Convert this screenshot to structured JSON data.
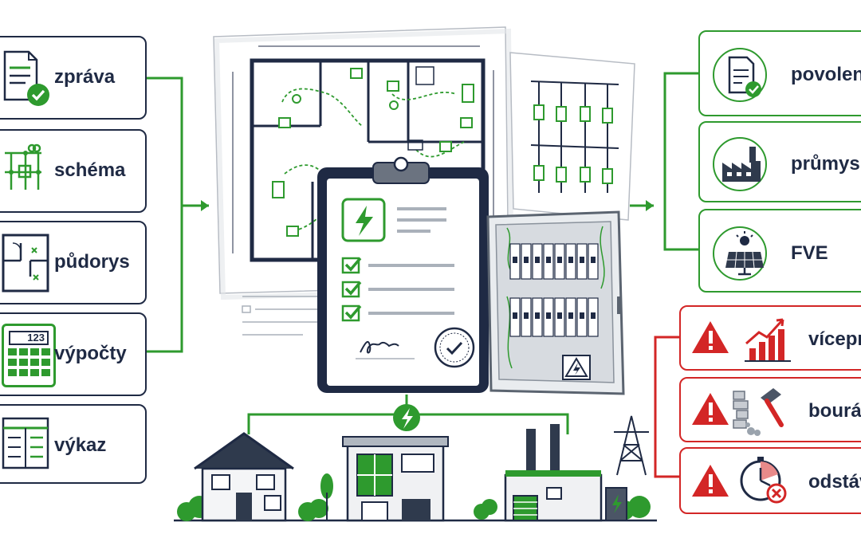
{
  "colors": {
    "green": "#2e9a2e",
    "red": "#d32626",
    "navy": "#1f2a44",
    "grey": "#9aa3ad"
  },
  "left_items": [
    {
      "label": "zpráva",
      "icon": "report-check-icon"
    },
    {
      "label": "schéma",
      "icon": "circuit-schema-icon"
    },
    {
      "label": "půdorys",
      "icon": "floor-plan-icon"
    },
    {
      "label": "výpočty",
      "icon": "calculator-icon"
    },
    {
      "label": "výkaz",
      "icon": "bill-of-quantities-icon"
    }
  ],
  "calculator_display": "123",
  "right_green_items": [
    {
      "label": "povolení",
      "icon": "permit-document-icon"
    },
    {
      "label": "průmysl",
      "icon": "factory-icon"
    },
    {
      "label": "FVE",
      "icon": "solar-panel-icon"
    }
  ],
  "right_red_items": [
    {
      "label": "vícepráce",
      "icon": "rising-cost-chart-icon"
    },
    {
      "label": "bourání",
      "icon": "demolition-hammer-icon"
    },
    {
      "label": "odstávka",
      "icon": "downtime-clock-icon"
    }
  ]
}
